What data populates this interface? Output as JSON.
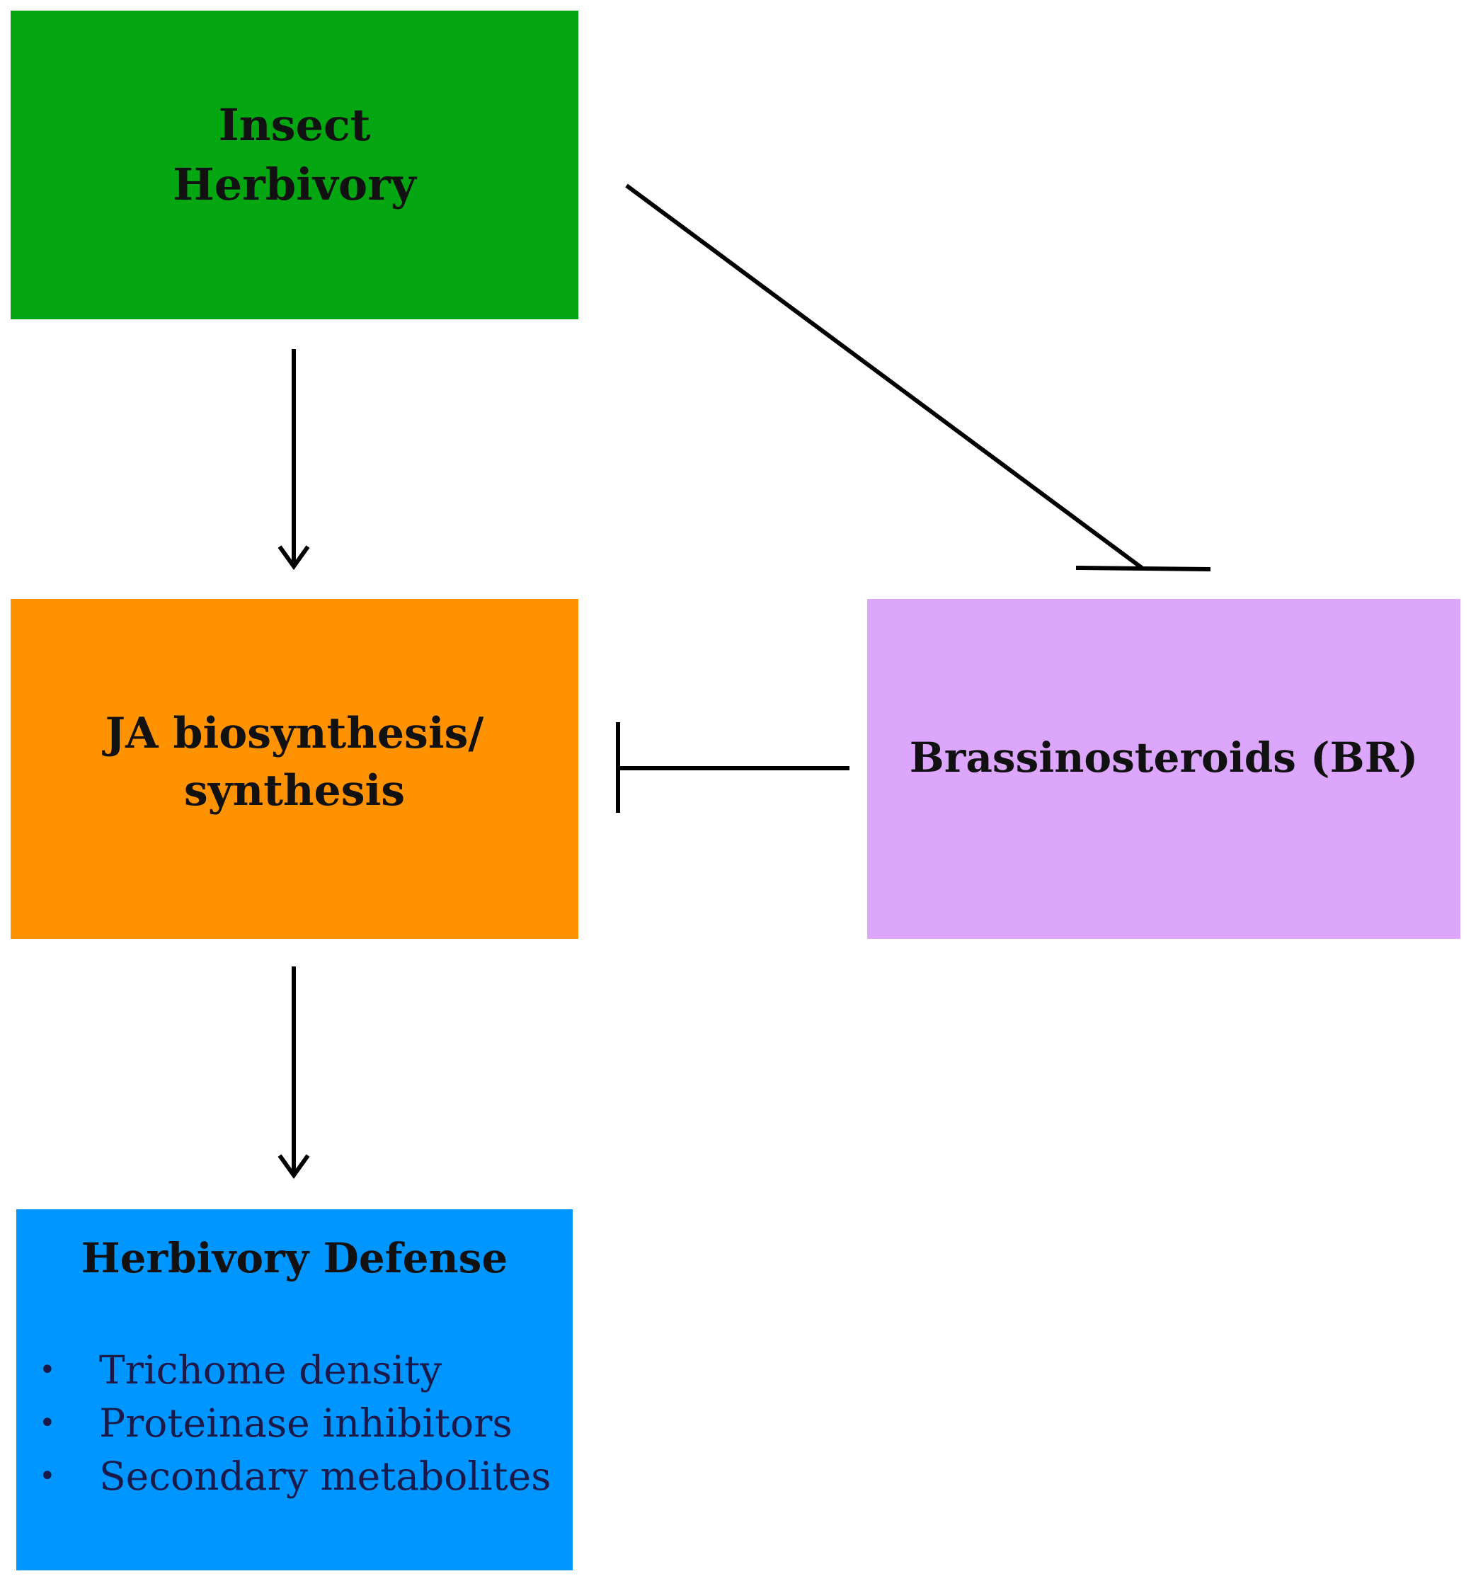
{
  "nodes": {
    "insect_herbivory": {
      "lines": [
        "Insect",
        "Herbivory"
      ],
      "color": "#04A711"
    },
    "ja_synthesis": {
      "lines": [
        "JA biosynthesis/",
        "synthesis"
      ],
      "color": "#FF9200"
    },
    "brassinosteroids": {
      "lines": [
        "Brassinosteroids (BR)"
      ],
      "color": "#DBA6FB"
    },
    "herbivory_defense": {
      "title": "Herbivory Defense",
      "color": "#0096FF",
      "bullet_symbol": "•",
      "items": [
        "Trichome density",
        "Proteinase inhibitors",
        "Secondary metabolites"
      ]
    }
  },
  "edges": [
    {
      "from": "Insect Herbivory",
      "to": "JA biosynthesis/synthesis",
      "type": "activation"
    },
    {
      "from": "Insect Herbivory",
      "to": "Brassinosteroids (BR)",
      "type": "inhibition"
    },
    {
      "from": "Brassinosteroids (BR)",
      "to": "JA biosynthesis/synthesis",
      "type": "inhibition"
    },
    {
      "from": "JA biosynthesis/synthesis",
      "to": "Herbivory Defense",
      "type": "activation"
    }
  ],
  "line_color": "#000000"
}
